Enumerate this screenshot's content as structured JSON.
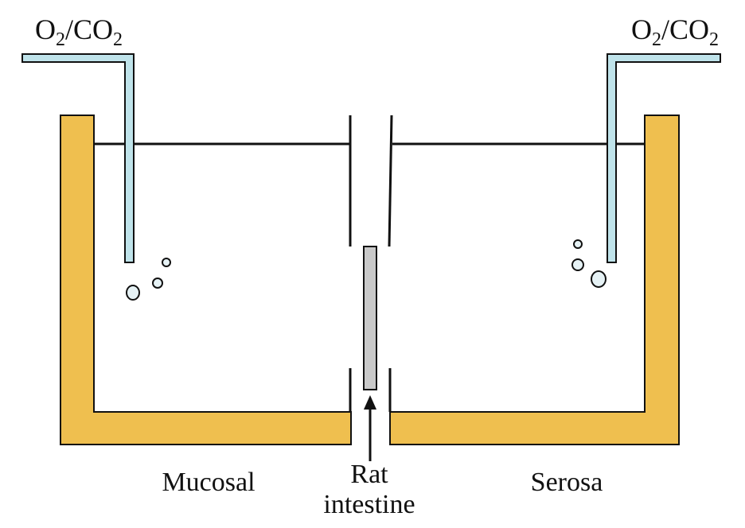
{
  "gas_left": {
    "main": "O",
    "sub1": "2",
    "mid": "/CO",
    "sub2": "2"
  },
  "gas_right": {
    "main": "O",
    "sub1": "2",
    "mid": "/CO",
    "sub2": "2"
  },
  "labels": {
    "mucosal": "Mucosal",
    "serosa": "Serosa",
    "tissue_line1": "Rat",
    "tissue_line2": "intestine"
  },
  "colors": {
    "chamber_wall": "#EFBF4F",
    "gas_tube": "#BFE3EA",
    "tissue_strip": "#C9C9C9",
    "outline": "#111111",
    "bubble": "#E6F2F5"
  }
}
